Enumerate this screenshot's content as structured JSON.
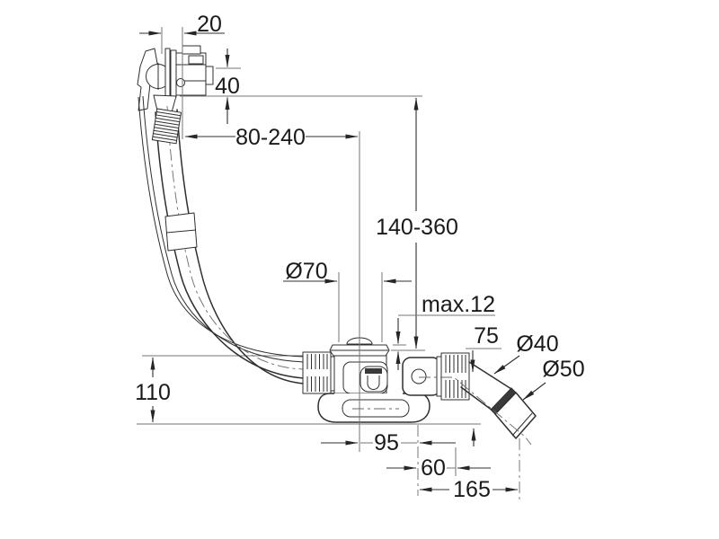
{
  "page": {
    "background": "#ffffff"
  },
  "drawing": {
    "type": "technical-dimension-drawing",
    "subject": "bath-waste-overflow-and-filler-set-side-view",
    "colors": {
      "outline": "#2f2f2f",
      "dimension_lines": "#757575",
      "centerlines": "#6a6a6a",
      "text": "#1a1a1a",
      "coupling_band_fill": "#3a3a3a"
    },
    "dimensions": {
      "overflow_unit_offset": "20",
      "overflow_port_height": "40",
      "hose_length_range": "80-240",
      "overflow_height_range": "140-360",
      "waste_flange_diameter": "Ø70",
      "max_tub_thickness": "max.12",
      "outlet_drop": "75",
      "outlet_pipe_diameter": "Ø40",
      "outlet_sleeve_diameter": "Ø50",
      "trap_height": "110",
      "trap_to_elbow_offset": "95",
      "elbow_to_bend_offset": "60",
      "outlet_reach": "165"
    }
  }
}
